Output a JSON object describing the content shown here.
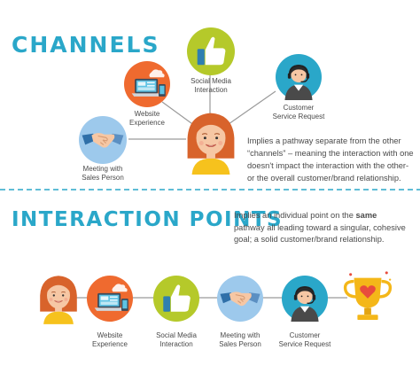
{
  "channels": {
    "title": "CHANNELS",
    "nodes": {
      "social_media": {
        "label_l1": "Social Media",
        "label_l2": "Interaction",
        "icon": "thumbs-up-icon",
        "color": "#b5c92a"
      },
      "website": {
        "label_l1": "Website",
        "label_l2": "Experience",
        "icon": "laptop-phone-icon",
        "color": "#ef6a2f"
      },
      "customer_service": {
        "label_l1": "Customer",
        "label_l2": "Service Request",
        "icon": "headset-agent-icon",
        "color": "#2aa7c9"
      },
      "meeting": {
        "label_l1": "Meeting with",
        "label_l2": "Sales Person",
        "icon": "handshake-icon",
        "color": "#9dc9ec"
      }
    },
    "description": {
      "l1": "Implies a pathway separate from the other",
      "l2": "“channels” – meaning the interaction with one",
      "l3": "doesn't impact the interaction with the other-",
      "l4": "or the overall customer/brand relationship."
    }
  },
  "interaction_points": {
    "title": "INTERACTION POINTS",
    "description": {
      "l1a": "Implies an individual point on the ",
      "l1b": "same",
      "l2": "pathway all leading toward a singular, cohesive",
      "l3": "goal; a solid customer/brand relationship."
    },
    "nodes": [
      {
        "label_l1": "Website",
        "label_l2": "Experience",
        "icon": "laptop-phone-icon",
        "color": "#ef6a2f"
      },
      {
        "label_l1": "Social Media",
        "label_l2": "Interaction",
        "icon": "thumbs-up-icon",
        "color": "#b5c92a"
      },
      {
        "label_l1": "Meeting with",
        "label_l2": "Sales Person",
        "icon": "handshake-icon",
        "color": "#9dc9ec"
      },
      {
        "label_l1": "Customer",
        "label_l2": "Service Request",
        "icon": "headset-agent-icon",
        "color": "#2aa7c9"
      }
    ],
    "goal_icon": "trophy-heart-icon"
  },
  "colors": {
    "title": "#2aa7c9",
    "divider": "#2aa7c9",
    "connector": "#9a9a9a",
    "person_hair": "#d8632b",
    "person_shirt": "#f6c21d",
    "trophy": "#f4b719",
    "heart": "#e84c3d"
  }
}
